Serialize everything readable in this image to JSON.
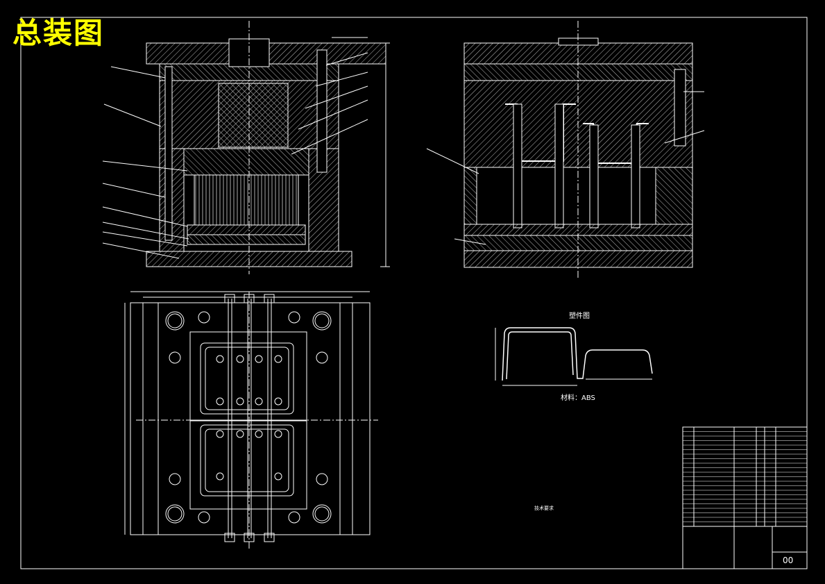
{
  "drawing": {
    "title": "总装图",
    "title_color": "#ffff00",
    "background": "#000000",
    "line_color": "#ffffff",
    "hatch_color": "#c8c8c8"
  },
  "part_view": {
    "heading": "塑件图",
    "material": "材料：ABS"
  },
  "notes": {
    "heading": "技术要求"
  },
  "title_block": {
    "drawing_number": "00"
  }
}
